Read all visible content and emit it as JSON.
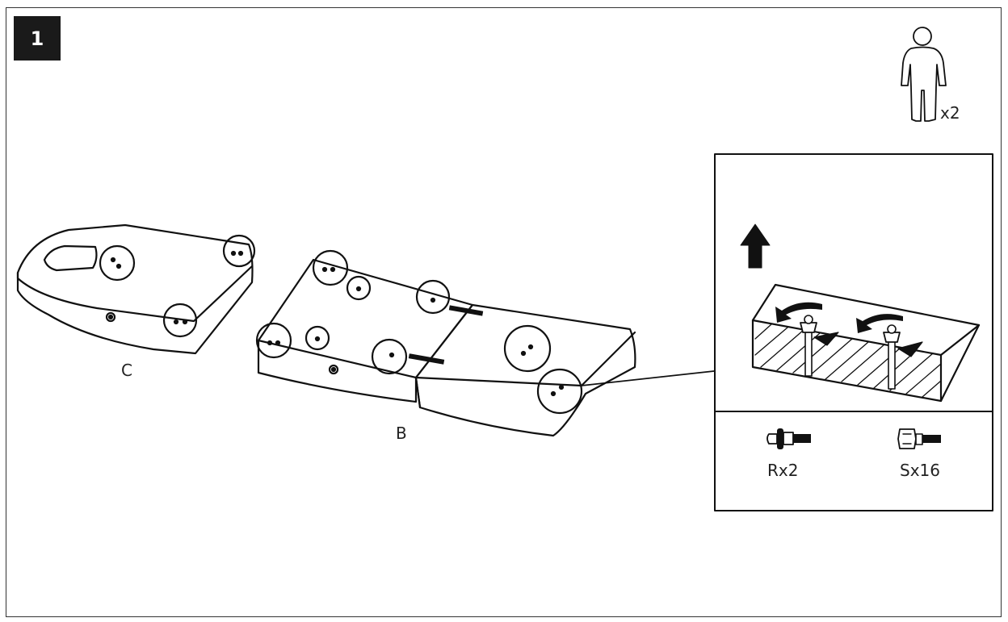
{
  "step": {
    "number": "1"
  },
  "people": {
    "count_label": "x2"
  },
  "parts": {
    "section_c": "C",
    "section_b": "B"
  },
  "hardware": [
    {
      "label": "Rx2"
    },
    {
      "label": "Sx16"
    }
  ]
}
